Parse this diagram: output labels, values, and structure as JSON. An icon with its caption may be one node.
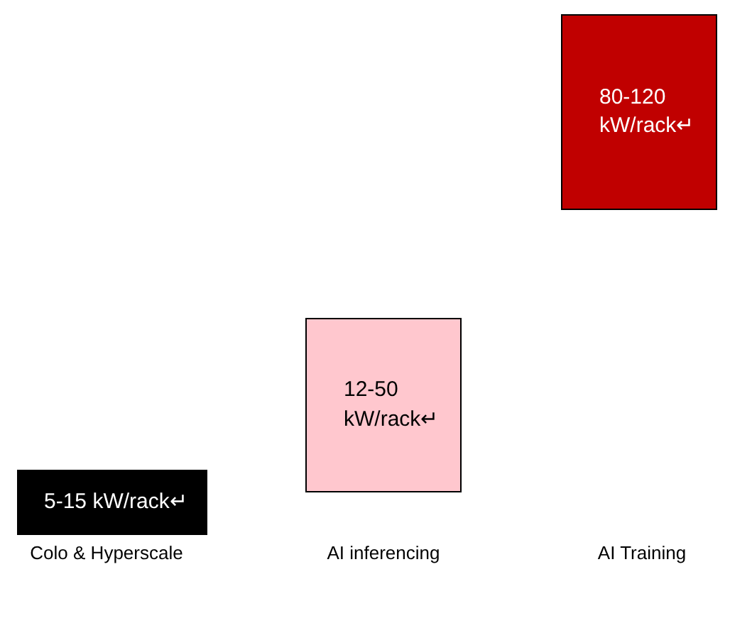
{
  "diagram": {
    "nodes": [
      {
        "text": [
          "5-15 kW/rack↵"
        ],
        "beside": [
          "Colo & Hyperscale"
        ]
      },
      {
        "text": [
          "12-50 kW/rack↵"
        ],
        "beside": [
          "AI inferencing"
        ]
      },
      {
        "text": [
          "80-120 kW/rack↵"
        ]
      }
    ],
    "labels": [
      "AI Training"
    ]
  }
}
